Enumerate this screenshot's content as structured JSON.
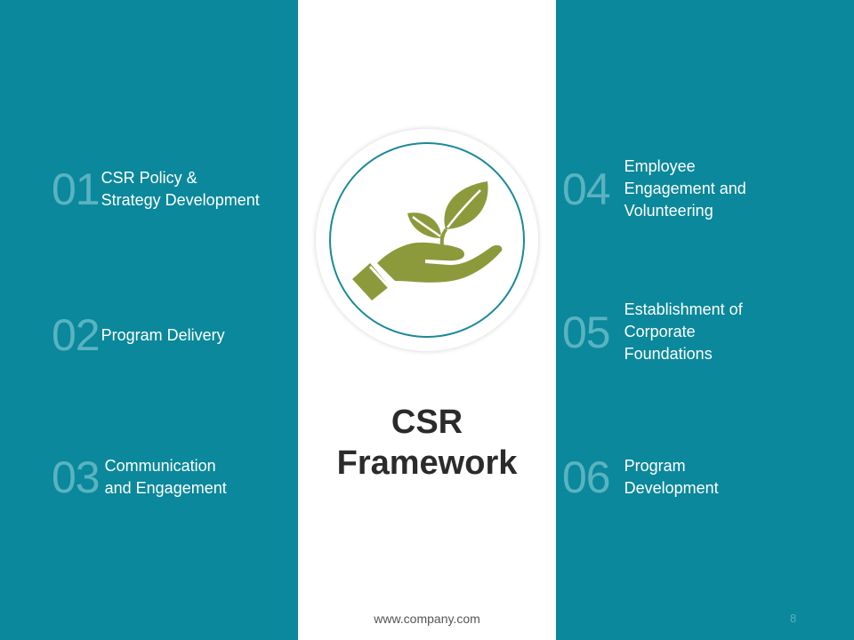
{
  "slide": {
    "title": "CSR\nFramework",
    "icon": "hand-with-plant-icon",
    "footer": "www.company.com",
    "page_number": "8",
    "colors": {
      "panel": "#0b889b",
      "number": "#5ab3c1",
      "icon": "#8c9a3c",
      "ring": "#1a8a98"
    }
  },
  "items": [
    {
      "number": "01",
      "label": "CSR Policy &\nStrategy Development"
    },
    {
      "number": "02",
      "label": "Program Delivery"
    },
    {
      "number": "03",
      "label": "Communication\nand Engagement"
    },
    {
      "number": "04",
      "label": "Employee\nEngagement and\nVolunteering"
    },
    {
      "number": "05",
      "label": "Establishment of\nCorporate\nFoundations"
    },
    {
      "number": "06",
      "label": "Program\nDevelopment"
    }
  ]
}
